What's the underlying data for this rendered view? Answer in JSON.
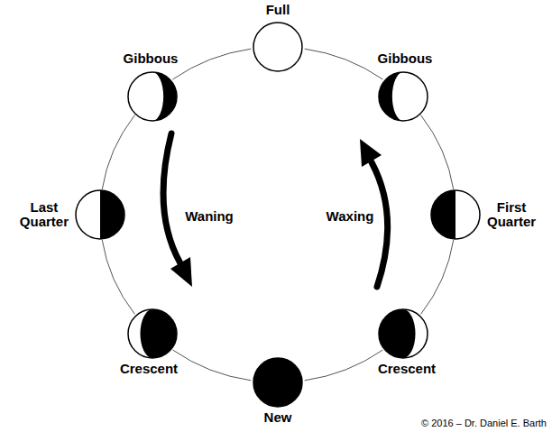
{
  "diagram": {
    "nodes": [
      {
        "text": [
          "Full"
        ]
      },
      {
        "text": [
          "Gibbous"
        ]
      },
      {
        "text": [
          "Gibbous"
        ]
      },
      {
        "text": [
          "Last Quarter"
        ]
      },
      {
        "text": [
          "First Quarter"
        ]
      },
      {
        "text": [
          "Crescent"
        ]
      },
      {
        "text": [
          "Crescent"
        ]
      },
      {
        "text": [
          "New"
        ]
      }
    ],
    "edges": [
      {
        "from": 0,
        "to": 2,
        "arrow": "none"
      },
      {
        "from": 2,
        "to": 4,
        "arrow": "none"
      },
      {
        "from": 4,
        "to": 6,
        "arrow": "none"
      },
      {
        "from": 6,
        "to": 7,
        "arrow": "none"
      },
      {
        "from": 7,
        "to": 5,
        "arrow": "none"
      },
      {
        "from": 5,
        "to": 3,
        "arrow": "none"
      },
      {
        "from": 3,
        "to": 1,
        "arrow": "none"
      },
      {
        "from": 1,
        "to": 0,
        "arrow": "none"
      }
    ],
    "labels": [
      "Waning",
      "Waxing",
      "© 2016 – Dr. Daniel E. Barth"
    ]
  }
}
